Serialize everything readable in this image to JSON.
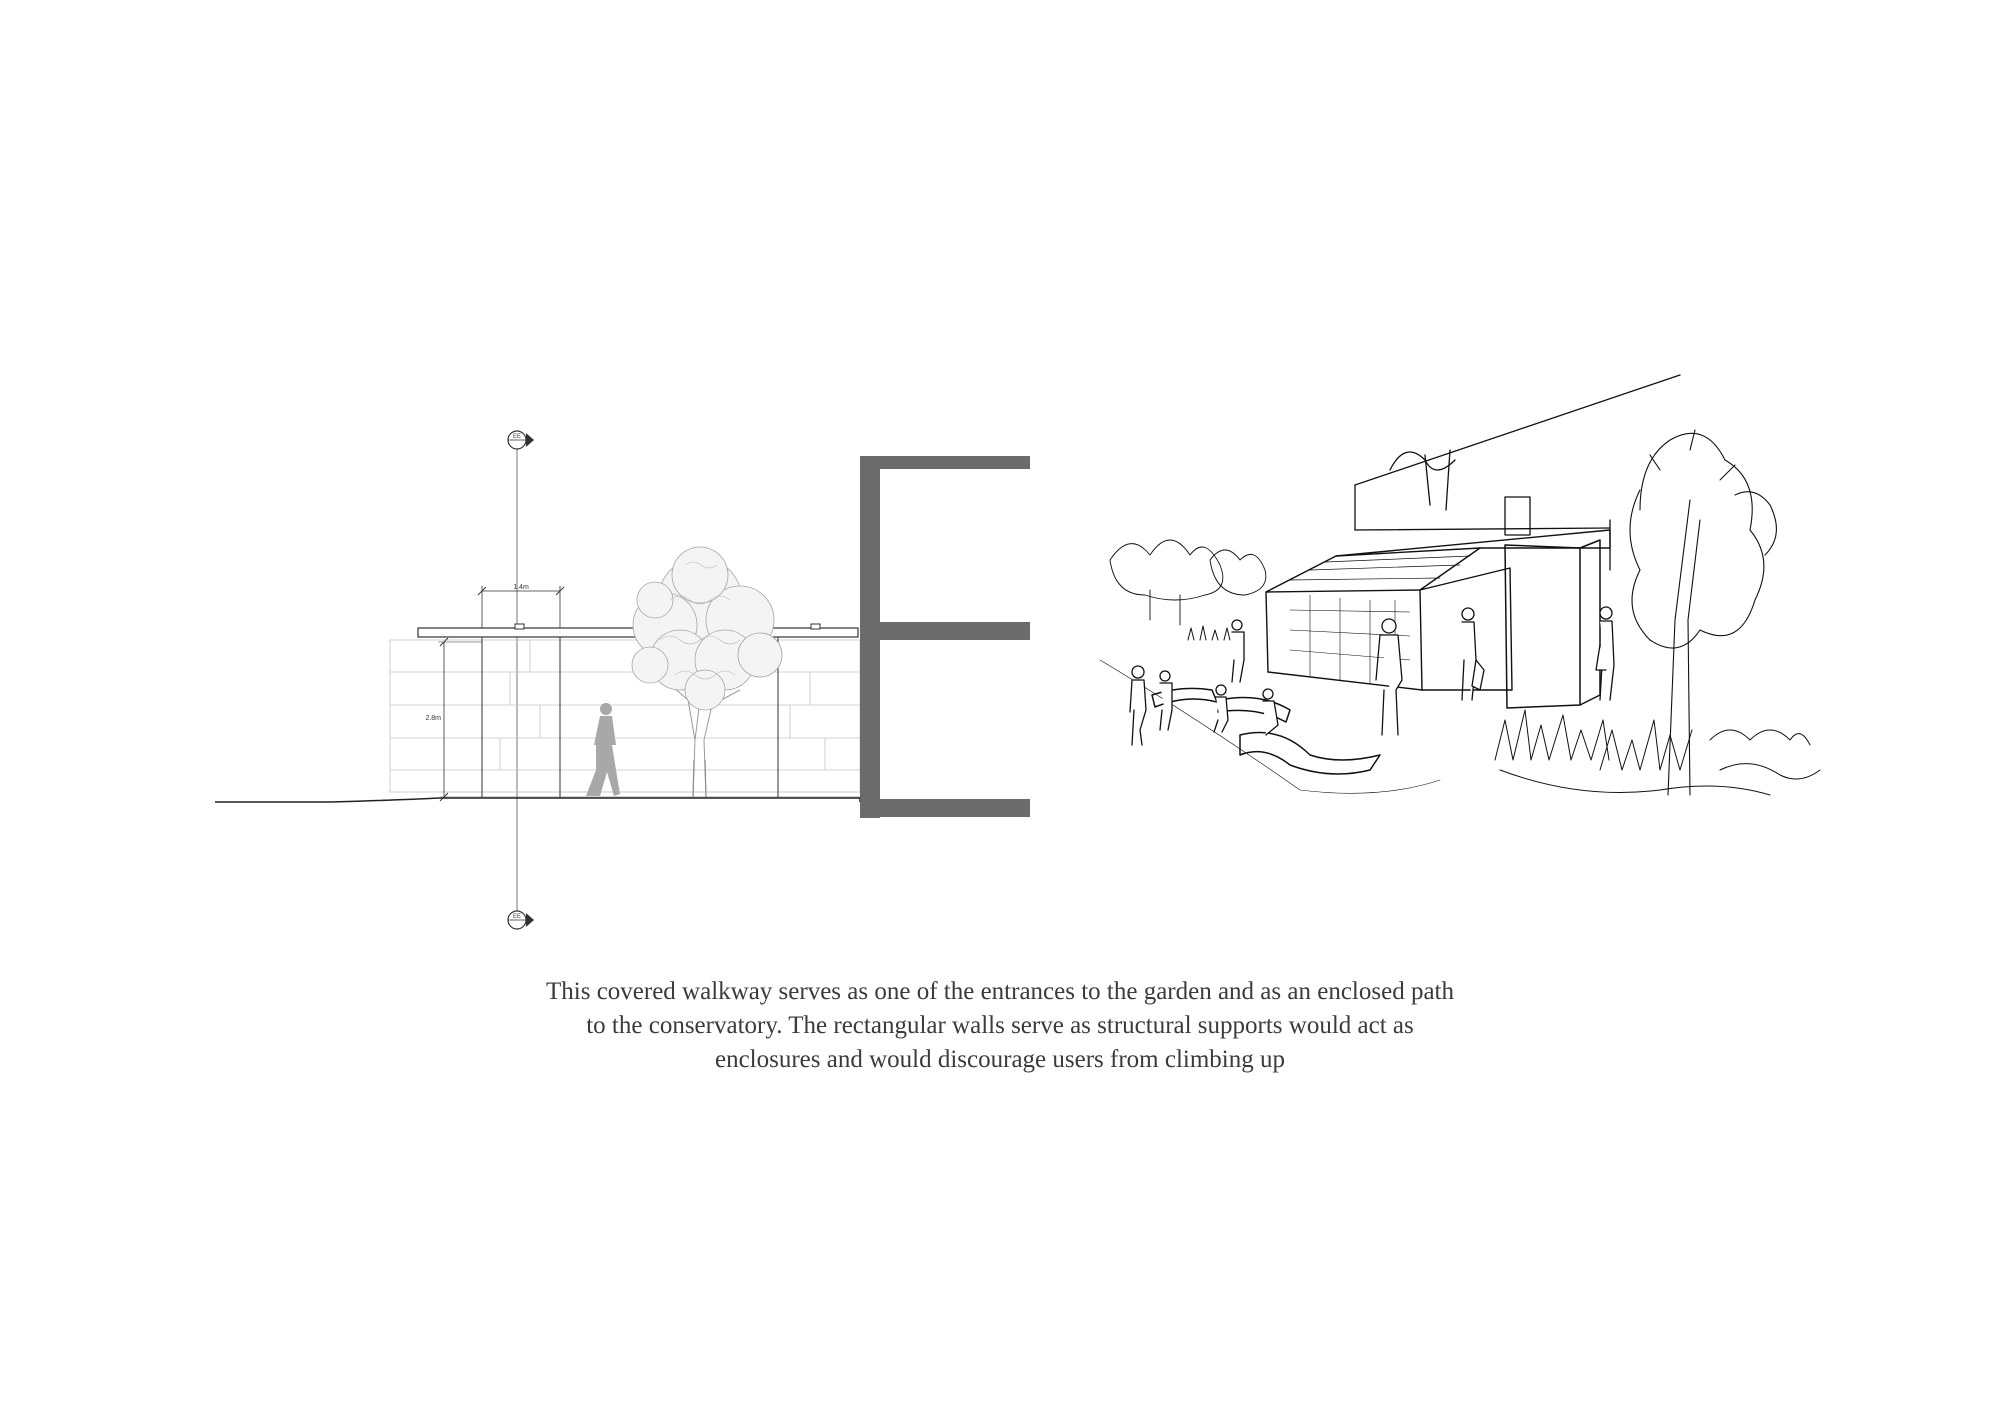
{
  "section": {
    "width_dimension": "1.4m",
    "height_dimension": "2.8m",
    "marker_top": "EE",
    "marker_bottom": "EE"
  },
  "caption": {
    "lines": [
      "This covered walkway serves as one of the entrances to the garden and as an enclosed path",
      "to the conservatory. The rectangular walls serve as structural supports would act as",
      "enclosures and would discourage users from climbing up"
    ]
  },
  "colors": {
    "wall_section": "#6b6b6b",
    "line": "#2a2a2a",
    "tree": "#9a9a9a",
    "figure": "#a8a8a8",
    "caption_text": "#3b3b3b"
  }
}
